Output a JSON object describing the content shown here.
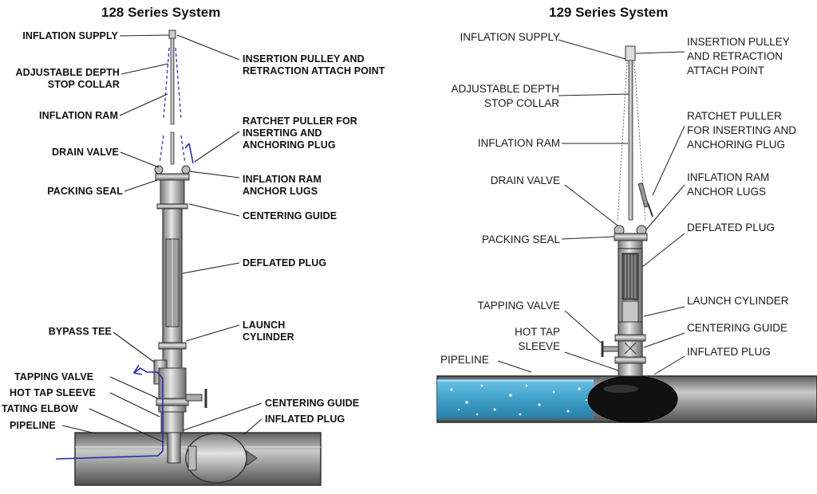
{
  "left_diagram": {
    "title": "128 Series System",
    "labels": {
      "inflation_supply": "INFLATION SUPPLY",
      "adjustable_depth_1": "ADJUSTABLE DEPTH",
      "adjustable_depth_2": "STOP COLLAR",
      "inflation_ram": "INFLATION RAM",
      "drain_valve": "DRAIN VALVE",
      "packing_seal": "PACKING SEAL",
      "bypass_tee": "BYPASS TEE",
      "tapping_valve": "TAPPING VALVE",
      "hot_tap_sleeve": "HOT TAP SLEEVE",
      "tating_elbow": "TATING ELBOW",
      "pipeline": "PIPELINE",
      "insertion_pulley_1": "INSERTION PULLEY AND",
      "insertion_pulley_2": "RETRACTION ATTACH POINT",
      "ratchet_1": "RATCHET PULLER FOR",
      "ratchet_2": "INSERTING AND",
      "ratchet_3": "ANCHORING PLUG",
      "anchor_lugs_1": "INFLATION RAM",
      "anchor_lugs_2": "ANCHOR LUGS",
      "centering_guide": "CENTERING GUIDE",
      "deflated_plug": "DEFLATED PLUG",
      "launch_cylinder_1": "LAUNCH",
      "launch_cylinder_2": "CYLINDER",
      "centering_guide_bottom": "CENTERING GUIDE",
      "inflated_plug": "INFLATED PLUG"
    }
  },
  "right_diagram": {
    "title": "129 Series System",
    "labels": {
      "inflation_supply": "INFLATION SUPPLY",
      "adjustable_depth_1": "ADJUSTABLE DEPTH",
      "adjustable_depth_2": "STOP COLLAR",
      "inflation_ram": "INFLATION RAM",
      "drain_valve": "DRAIN VALVE",
      "packing_seal": "PACKING SEAL",
      "tapping_valve": "TAPPING VALVE",
      "hot_tap_1": "HOT TAP",
      "hot_tap_2": "SLEEVE",
      "pipeline": "PIPELINE",
      "insertion_pulley_1": "INSERTION PULLEY",
      "insertion_pulley_2": "AND RETRACTION",
      "insertion_pulley_3": "ATTACH POINT",
      "ratchet_1": "RATCHET PULLER",
      "ratchet_2": "FOR INSERTING AND",
      "ratchet_3": "ANCHORING PLUG",
      "anchor_lugs_1": "INFLATION RAM",
      "anchor_lugs_2": "ANCHOR LUGS",
      "deflated_plug": "DEFLATED PLUG",
      "launch_cylinder": "LAUNCH CYLINDER",
      "centering_guide": "CENTERING GUIDE",
      "inflated_plug": "INFLATED PLUG"
    }
  },
  "colors": {
    "pipe_water": "#3f9fc7",
    "pipe_metal": "#9a9a9a",
    "plug_black": "#111111",
    "bypass_line": "#2a2ab0",
    "leader_line": "#222222"
  }
}
